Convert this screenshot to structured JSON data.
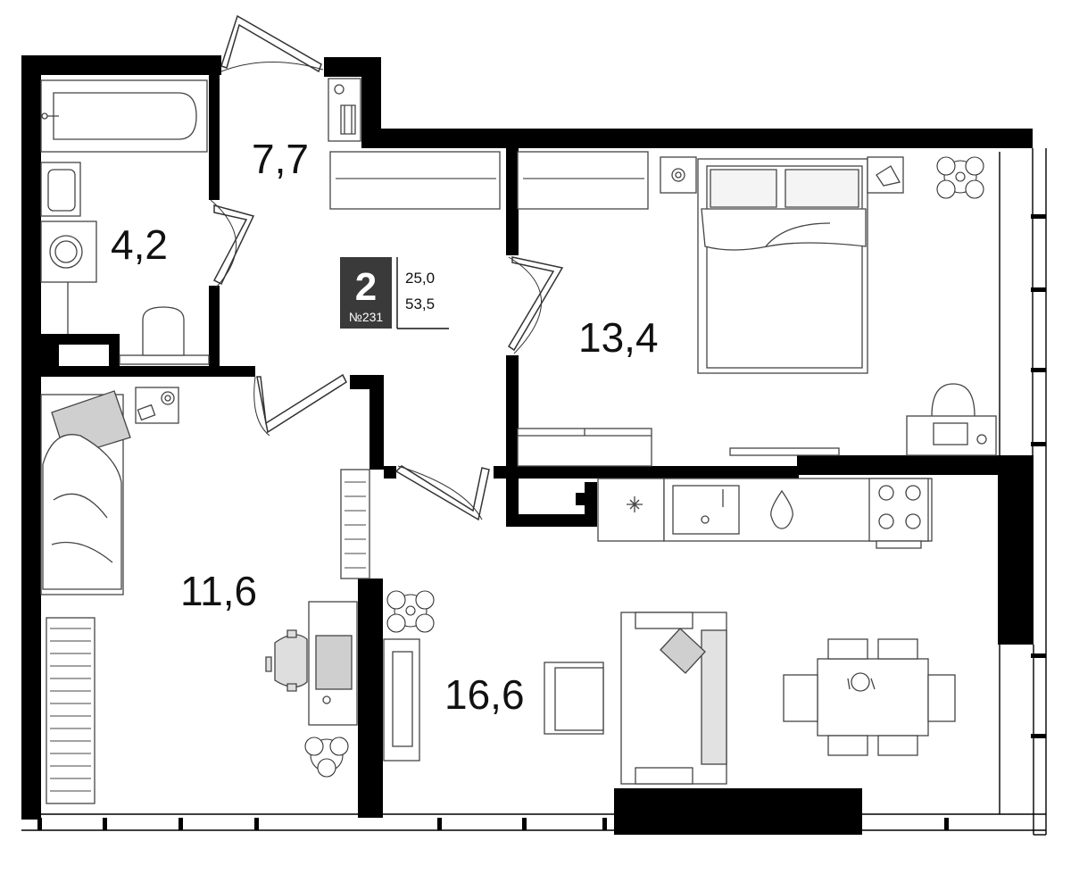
{
  "apartment": {
    "rooms_count": "2",
    "number": "№231",
    "living_area": "25,0",
    "total_area": "53,5"
  },
  "rooms": {
    "hall": "7,7",
    "bathroom": "4,2",
    "bedroom": "13,4",
    "kids_room": "11,6",
    "living_kitchen": "16,6"
  },
  "colors": {
    "wall": "#000000",
    "furniture_line": "#444444",
    "furniture_fill": "#f3f3f3",
    "accent_fill": "#cfcfcf",
    "badge": "#3a3a3a"
  }
}
